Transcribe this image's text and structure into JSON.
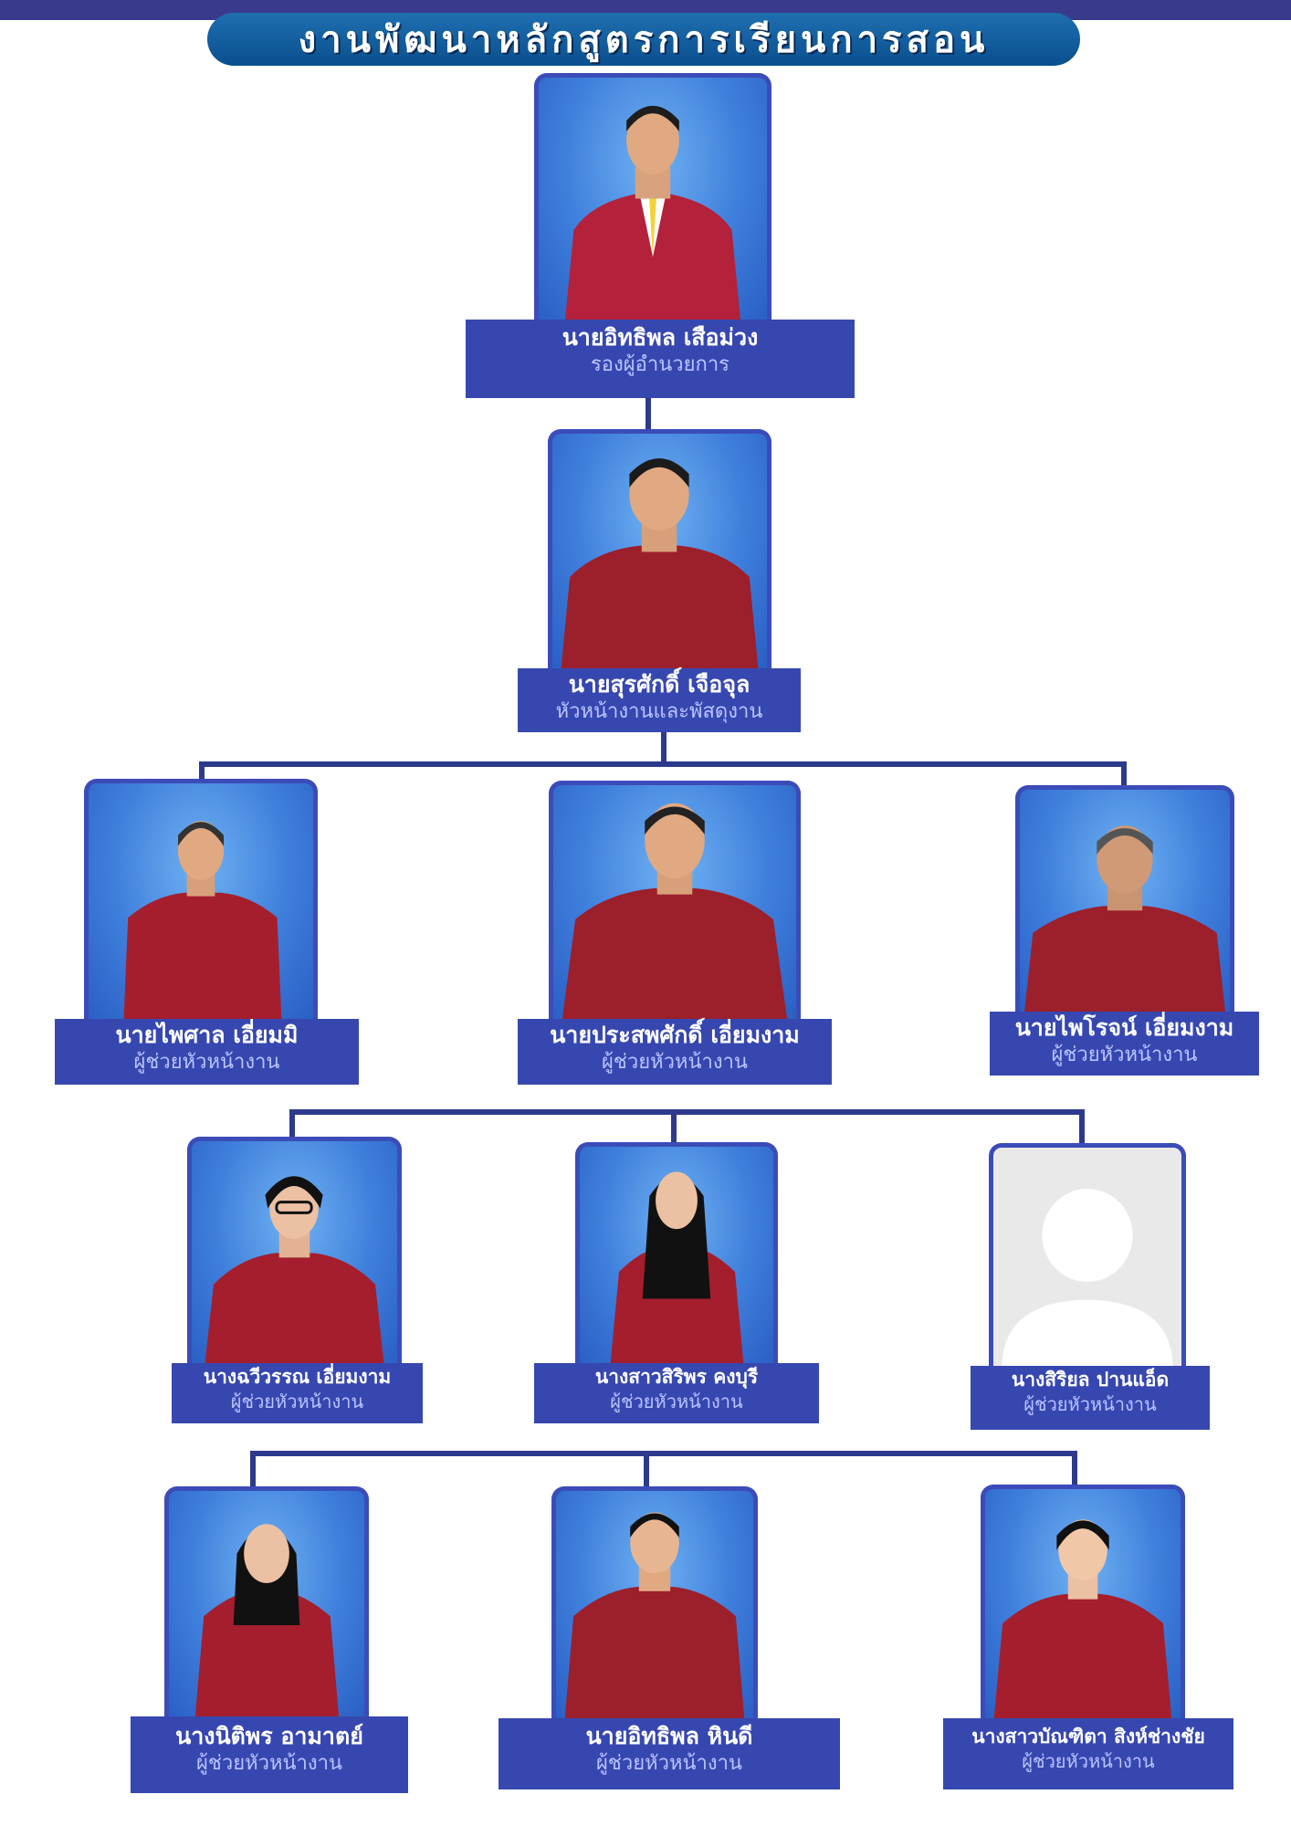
{
  "title": "งานพัฒนาหลักสูตรการเรียนการสอน",
  "colors": {
    "accent": "#3747b0",
    "connector": "#2d3a8c",
    "title_bg": "#0a4f8f",
    "photo_bg": "#3f7fdc",
    "uniform": "#a41e2e"
  },
  "people": {
    "p1": {
      "name": "นายอิทธิพล เสือม่วง",
      "role": "รองผู้อำนวยการ"
    },
    "p2": {
      "name": "นายสุรศักดิ์  เจือจุล",
      "role": "หัวหน้างานและพัสดุงาน"
    },
    "p3": {
      "name": "นายไพศาล   เอี่ยมมิ",
      "role": "ผู้ช่วยหัวหน้างาน"
    },
    "p4": {
      "name": "นายประสพศักดิ์  เอี่ยมงาม",
      "role": "ผู้ช่วยหัวหน้างาน"
    },
    "p5": {
      "name": "นายไพโรจน์  เอี่ยมงาม",
      "role": "ผู้ช่วยหัวหน้างาน"
    },
    "p6": {
      "name": "นางฉวีวรรณ เอี่ยมงาม",
      "role": "ผู้ช่วยหัวหน้างาน"
    },
    "p7": {
      "name": "นางสาวสิริพร  คงบุรี",
      "role": "ผู้ช่วยหัวหน้างาน"
    },
    "p8": {
      "name": "นางสิริยล  ปานแอ็ด",
      "role": "ผู้ช่วยหัวหน้างาน"
    },
    "p9": {
      "name": "นางนิติพร  อามาตย์",
      "role": "ผู้ช่วยหัวหน้างาน"
    },
    "p10": {
      "name": "นายอิทธิพล หินดี",
      "role": "ผู้ช่วยหัวหน้างาน"
    },
    "p11": {
      "name": "นางสาวบัณฑิตา  สิงห์ช่างชัย",
      "role": "ผู้ช่วยหัวหน้างาน"
    }
  }
}
